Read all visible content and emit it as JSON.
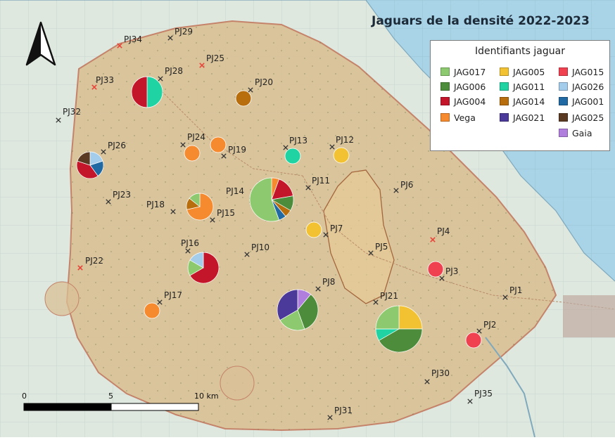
{
  "map": {
    "title": "Jaguars de la densité 2022-2023",
    "legend_title": "Identifiants jaguar",
    "colors": {
      "sea": "#a9d3e6",
      "land": "#dfe8df",
      "study_area": "#d9c095",
      "study_border": "#c4836a",
      "station_marker": "#333333",
      "station_marker_red": "#e8443a"
    },
    "legend": [
      {
        "id": "JAG017",
        "label": "JAG017",
        "color": "#8cc96f"
      },
      {
        "id": "JAG006",
        "label": "JAG006",
        "color": "#4c8c3a"
      },
      {
        "id": "JAG004",
        "label": "JAG004",
        "color": "#c4162b"
      },
      {
        "id": "Vega",
        "label": "Vega",
        "color": "#f58a2e"
      },
      {
        "id": "JAG005",
        "label": "JAG005",
        "color": "#f2c233"
      },
      {
        "id": "JAG011",
        "label": "JAG011",
        "color": "#1fd4a2"
      },
      {
        "id": "JAG014",
        "label": "JAG014",
        "color": "#b86e0d"
      },
      {
        "id": "JAG021",
        "label": "JAG021",
        "color": "#4b3a99"
      },
      {
        "id": "JAG015",
        "label": "JAG015",
        "color": "#ef4150"
      },
      {
        "id": "JAG026",
        "label": "JAG026",
        "color": "#a3cdeb"
      },
      {
        "id": "JAG001",
        "label": "JAG001",
        "color": "#2169a3"
      },
      {
        "id": "JAG025",
        "label": "JAG025",
        "color": "#5a3a22"
      },
      {
        "id": "Gaia",
        "label": "Gaia",
        "color": "#b07fde"
      }
    ],
    "stations": [
      {
        "label": "PJ34",
        "marker": "red"
      },
      {
        "label": "PJ29",
        "marker": "black"
      },
      {
        "label": "PJ25",
        "marker": "red"
      },
      {
        "label": "PJ33",
        "marker": "red"
      },
      {
        "label": "PJ28",
        "marker": "black"
      },
      {
        "label": "PJ20",
        "marker": "black"
      },
      {
        "label": "PJ32",
        "marker": "black"
      },
      {
        "label": "PJ24",
        "marker": "black"
      },
      {
        "label": "PJ19",
        "marker": "black"
      },
      {
        "label": "PJ26",
        "marker": "black"
      },
      {
        "label": "PJ13",
        "marker": "black"
      },
      {
        "label": "PJ12",
        "marker": "black"
      },
      {
        "label": "PJ11",
        "marker": "black"
      },
      {
        "label": "PJ6",
        "marker": "black"
      },
      {
        "label": "PJ23",
        "marker": "black"
      },
      {
        "label": "PJ14",
        "marker": "black"
      },
      {
        "label": "PJ18",
        "marker": "black"
      },
      {
        "label": "PJ15",
        "marker": "black"
      },
      {
        "label": "PJ7",
        "marker": "black"
      },
      {
        "label": "PJ4",
        "marker": "red"
      },
      {
        "label": "PJ16",
        "marker": "black"
      },
      {
        "label": "PJ10",
        "marker": "black"
      },
      {
        "label": "PJ5",
        "marker": "black"
      },
      {
        "label": "PJ22",
        "marker": "red"
      },
      {
        "label": "PJ3",
        "marker": "black"
      },
      {
        "label": "PJ8",
        "marker": "black"
      },
      {
        "label": "PJ1",
        "marker": "black"
      },
      {
        "label": "PJ17",
        "marker": "black"
      },
      {
        "label": "PJ21",
        "marker": "black"
      },
      {
        "label": "PJ2",
        "marker": "black"
      },
      {
        "label": "PJ30",
        "marker": "black"
      },
      {
        "label": "PJ35",
        "marker": "black"
      },
      {
        "label": "PJ31",
        "marker": "black"
      }
    ],
    "detections": [
      {
        "station": "PJ28",
        "counts": {
          "JAG011": 1,
          "JAG004": 1
        }
      },
      {
        "station": "PJ20",
        "counts": {
          "JAG014": 1
        }
      },
      {
        "station": "PJ24",
        "counts": {
          "Vega": 1
        }
      },
      {
        "station": "PJ19",
        "counts": {
          "Vega": 1
        }
      },
      {
        "station": "PJ26",
        "counts": {
          "JAG026": 1,
          "JAG001": 1,
          "JAG004": 2,
          "JAG025": 1
        }
      },
      {
        "station": "PJ13",
        "counts": {
          "JAG011": 1
        }
      },
      {
        "station": "PJ12",
        "counts": {
          "JAG005": 1
        }
      },
      {
        "station": "PJ14",
        "counts": {
          "Vega": 1,
          "JAG004": 3,
          "JAG006": 2,
          "JAG014": 1,
          "JAG001": 1,
          "JAG017": 10
        }
      },
      {
        "station": "PJ15",
        "counts": {
          "Vega": 5,
          "JAG014": 1,
          "JAG017": 1
        }
      },
      {
        "station": "PJ7",
        "counts": {
          "JAG005": 1
        }
      },
      {
        "station": "PJ16",
        "counts": {
          "JAG004": 4,
          "JAG017": 1,
          "JAG026": 1
        }
      },
      {
        "station": "PJ3",
        "counts": {
          "JAG015": 1
        }
      },
      {
        "station": "PJ17",
        "counts": {
          "Vega": 1
        }
      },
      {
        "station": "PJ8",
        "counts": {
          "Gaia": 1,
          "JAG006": 3,
          "JAG017": 2,
          "JAG021": 3
        }
      },
      {
        "station": "PJ21",
        "counts": {
          "JAG005": 3,
          "JAG006": 5,
          "JAG011": 1,
          "JAG017": 3
        }
      },
      {
        "station": "PJ2",
        "counts": {
          "JAG015": 1
        }
      }
    ],
    "scale_bar": {
      "labels": [
        "0",
        "5",
        "10 km"
      ]
    },
    "north_arrow": "north-arrow-icon"
  }
}
